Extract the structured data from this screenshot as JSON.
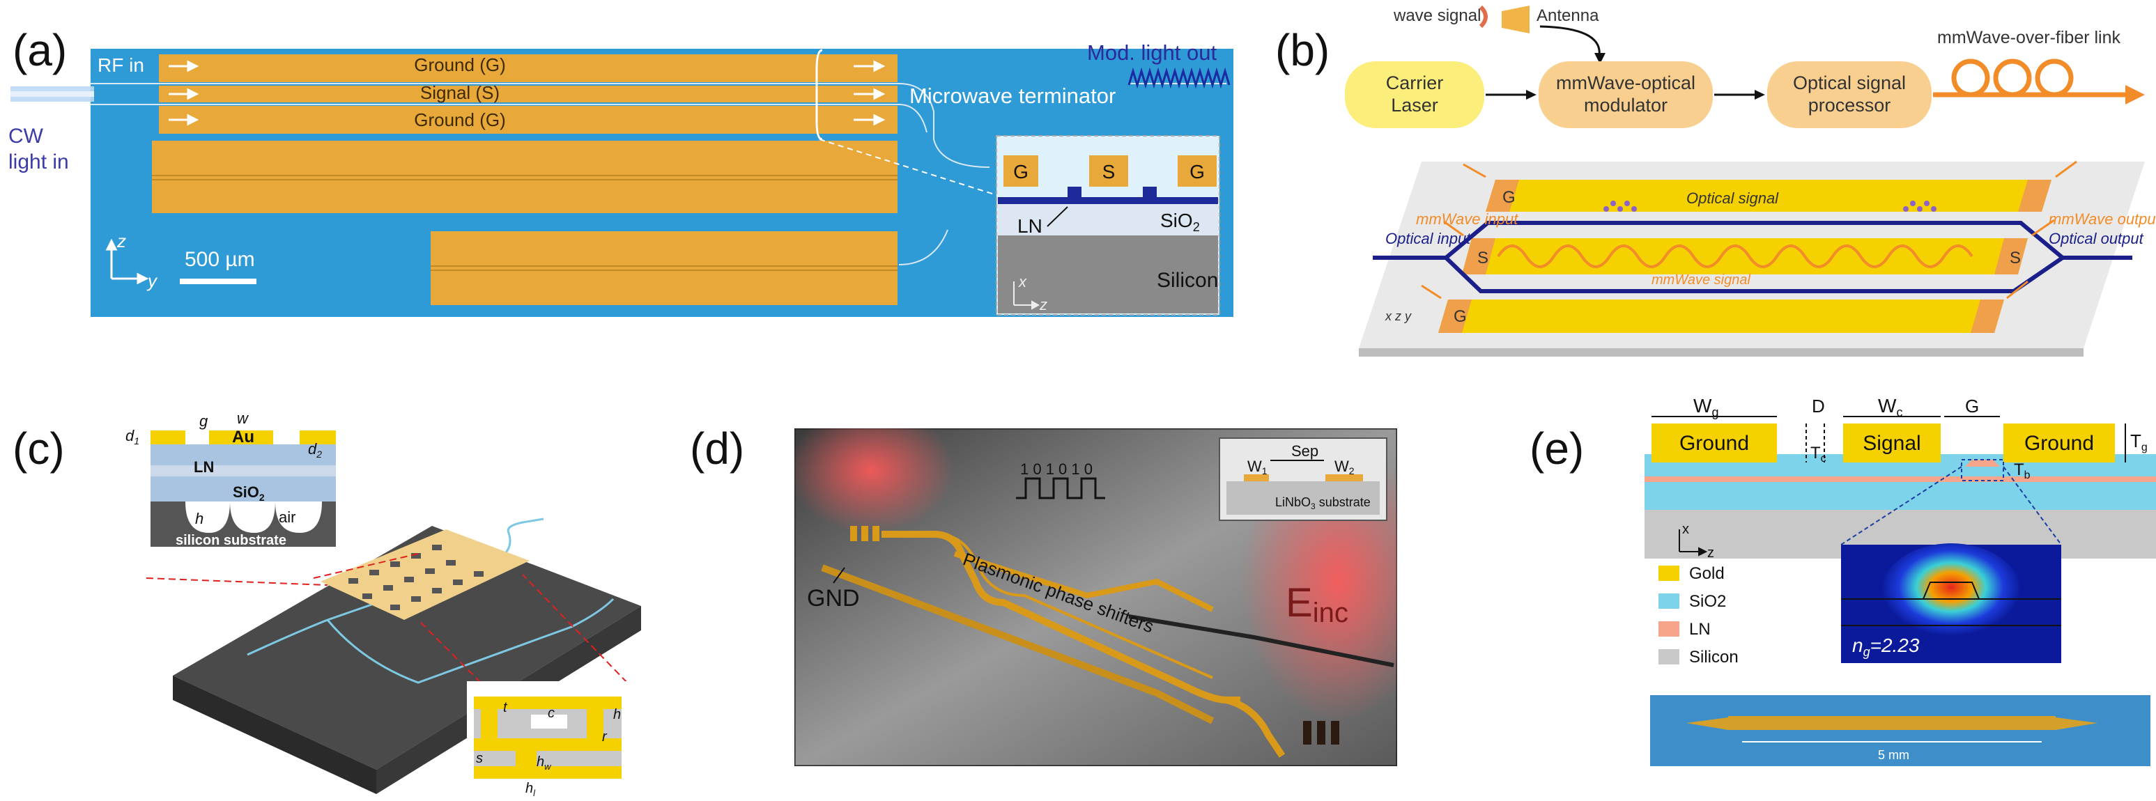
{
  "panels": {
    "a": {
      "label": "(a)",
      "rf_in": "RF in",
      "cw_line1": "CW",
      "cw_line2": "light in",
      "ground_top": "Ground (G)",
      "signal": "Signal (S)",
      "ground_bottom": "Ground (G)",
      "microwave_terminator": "Microwave terminator",
      "mod_light_out": "Mod. light out",
      "scale_bar": "500 µm",
      "axis_z": "z",
      "axis_y": "y",
      "inset": {
        "g1": "G",
        "s": "S",
        "g2": "G",
        "ln": "LN",
        "sio2": "SiO",
        "sio2_sub": "2",
        "silicon": "Silicon",
        "axis_x": "x",
        "axis_z": "z"
      }
    },
    "b": {
      "label": "(b)",
      "mmwave_signal": "wave signal",
      "antenna": "Antenna",
      "carrier_laser_1": "Carrier",
      "carrier_laser_2": "Laser",
      "modulator_1": "mmWave-optical",
      "modulator_2": "modulator",
      "processor_1": "Optical signal",
      "processor_2": "processor",
      "fiber_link": "mmWave-over-fiber link",
      "optical_signal": "Optical signal",
      "mmwave_input": "mmWave input",
      "optical_input": "Optical input",
      "mmwave_output": "mmWave output",
      "optical_output": "Optical output",
      "mmwave_signal_inner": "mmWave signal",
      "g_top": "G",
      "s": "S",
      "g_bottom": "G",
      "s_right": "S",
      "axes": "x z y"
    },
    "c": {
      "label": "(c)",
      "d1": "d",
      "d1_sub": "1",
      "g": "g",
      "w": "w",
      "au": "Au",
      "d2": "d",
      "d2_sub": "2",
      "ln": "LN",
      "sio2": "SiO",
      "sio2_sub": "2",
      "h": "h",
      "air": "air",
      "substrate": "silicon substrate",
      "inset": {
        "t": "t",
        "c": "c",
        "h": "h",
        "r": "r",
        "s": "s",
        "hw": "h",
        "hw_sub": "w",
        "hl": "h",
        "hl_sub": "l"
      }
    },
    "d": {
      "label": "(d)",
      "gnd": "GND",
      "phase_shifters": "Plasmonic phase shifters",
      "bits": "1 0 1 0 1 0",
      "e_inc": "E",
      "e_inc_sub": "inc",
      "inset": {
        "w1": "W",
        "w1_sub": "1",
        "sep": "Sep",
        "w2": "W",
        "w2_sub": "2",
        "substrate": "LiNbO",
        "substrate_sub": "3",
        "substrate_tail": " substrate"
      }
    },
    "e": {
      "label": "(e)",
      "wg": "W",
      "wg_sub": "g",
      "d": "D",
      "wc": "W",
      "wc_sub": "c",
      "g": "G",
      "ground_left": "Ground",
      "signal": "Signal",
      "ground_right": "Ground",
      "tc": "T",
      "tc_sub": "c",
      "tb": "T",
      "tb_sub": "b",
      "tg": "T",
      "tg_sub": "g",
      "axis_x": "x",
      "axis_z": "z",
      "legend": [
        {
          "name": "Gold",
          "color": "#f5d100"
        },
        {
          "name": "SiO2",
          "color": "#7dd3ea"
        },
        {
          "name": "LN",
          "color": "#f6a58a"
        },
        {
          "name": "Silicon",
          "color": "#c8c8c8"
        }
      ],
      "ng": "n",
      "ng_sub": "g",
      "ng_value": "=2.23",
      "length": "5 mm"
    }
  },
  "colors": {
    "gold": "#e8a93a",
    "blue_bg": "#2f9bd6",
    "navy": "#1b1f8a",
    "orange": "#f28c28",
    "peach": "#f9cf8f"
  }
}
